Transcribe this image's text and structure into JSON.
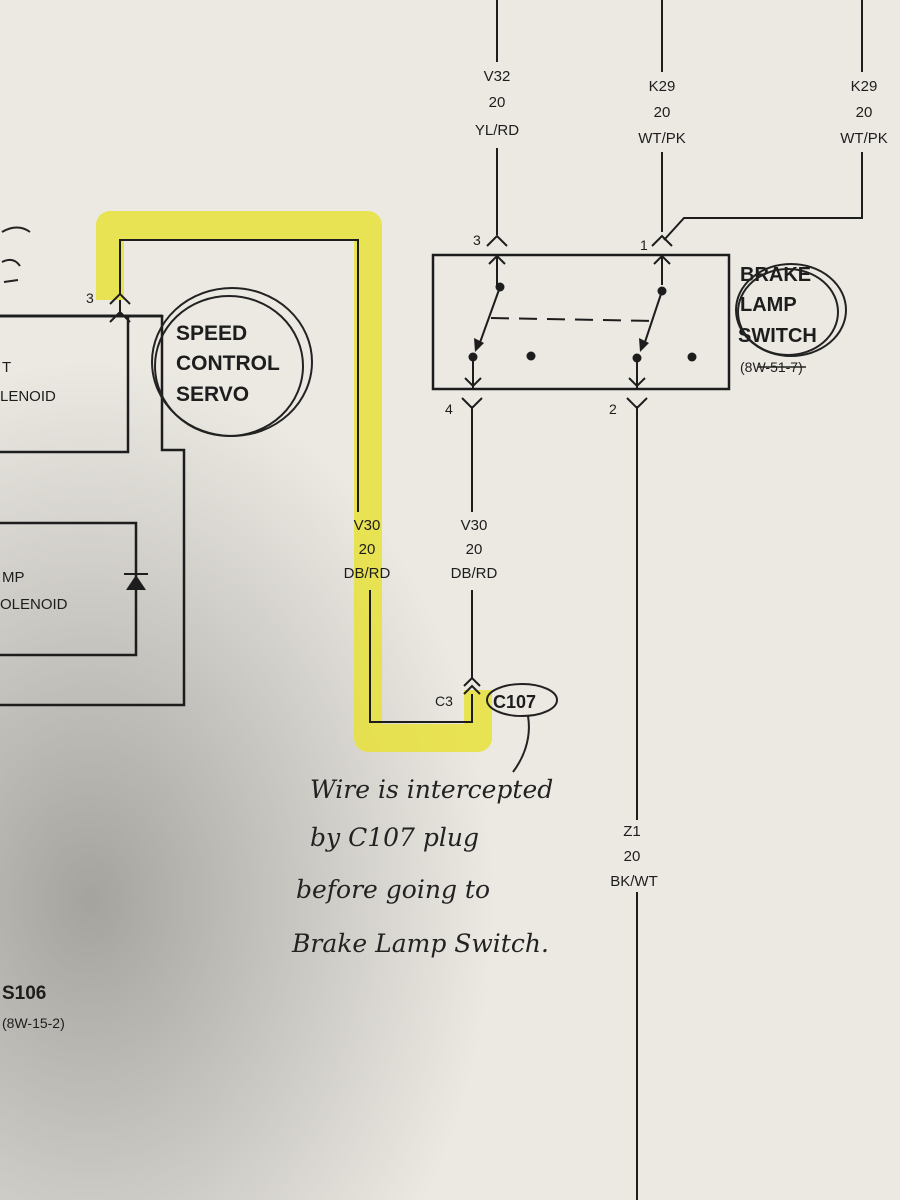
{
  "wires": {
    "v32": {
      "circuit": "V32",
      "gauge": "20",
      "color": "YL/RD"
    },
    "k29_a": {
      "circuit": "K29",
      "gauge": "20",
      "color": "WT/PK"
    },
    "k29_b": {
      "circuit": "K29",
      "gauge": "20",
      "color": "WT/PK"
    },
    "v30_left": {
      "circuit": "V30",
      "gauge": "20",
      "color": "DB/RD"
    },
    "v30_right": {
      "circuit": "V30",
      "gauge": "20",
      "color": "DB/RD"
    },
    "z1": {
      "circuit": "Z1",
      "gauge": "20",
      "color": "BK/WT"
    }
  },
  "pins": {
    "servo_pin3": "3",
    "switch_pin3": "3",
    "switch_pin1": "1",
    "switch_pin4": "4",
    "switch_pin2": "2",
    "connector_cavity": "C3"
  },
  "components": {
    "speed_control_servo": [
      "SPEED",
      "CONTROL",
      "SERVO"
    ],
    "brake_lamp_switch": [
      "BRAKE",
      "LAMP",
      "SWITCH"
    ],
    "brake_lamp_switch_ref": "(8W-51-7)",
    "vent_solenoid_partial": [
      "T",
      "LENOID"
    ],
    "vacuum_solenoid_partial": [
      "MP",
      "OLENOID"
    ],
    "connector": "C107",
    "splice": "S106",
    "splice_ref": "(8W-15-2)"
  },
  "annotation": {
    "lines": [
      "Wire is intercepted",
      "by C107 plug",
      "before going to",
      "Brake Lamp Switch."
    ]
  },
  "highlight_color": "#e8e23a",
  "ink_color": "#1d1d1d"
}
